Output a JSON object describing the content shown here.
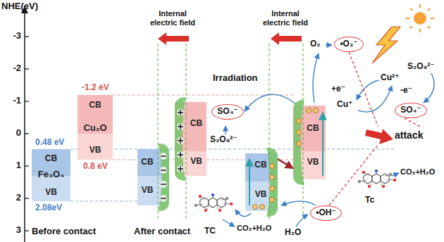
{
  "diagram": {
    "nodes": [
      {
        "text": [
          "CB",
          "Cu₂O",
          "VB"
        ]
      },
      {
        "text": [
          "CB",
          "Fe₃O₄",
          "VB"
        ]
      },
      {
        "text": [
          "CB",
          "VB"
        ]
      },
      {
        "text": [
          "CB",
          "VB"
        ]
      },
      {
        "text": [
          "•O₂⁻"
        ]
      },
      {
        "text": [
          "SO₄⁻"
        ]
      },
      {
        "text": [
          "CB",
          "VB"
        ]
      },
      {
        "text": [
          "SO₄⁻"
        ]
      },
      {
        "text": [
          "CB",
          "VB"
        ]
      },
      {
        "text": [
          "attack"
        ]
      },
      {
        "text": [
          "•OH⁻"
        ]
      }
    ],
    "edges": [
      {
        "from": 8,
        "to": 6,
        "arrow": "to"
      },
      {
        "from": 4,
        "to": 9,
        "arrow": "none"
      },
      {
        "from": 7,
        "to": 9,
        "arrow": "none"
      },
      {
        "from": 10,
        "to": 9,
        "arrow": "none"
      }
    ],
    "labels": [
      "NHE(eV)",
      "-3",
      "-2",
      "-1",
      "0",
      "1",
      "2",
      "3",
      "-1.2 eV",
      "0.48 eV",
      "0.8 eV",
      "2.08eV",
      "Before contact",
      "Internal electric field",
      "After contact",
      "Internal electric field",
      "Irradiation",
      "S₂O₈²⁻",
      "O₂",
      "Cu²⁺",
      "+e⁻",
      "Cu⁺",
      "S₂O₈²⁻",
      "-e⁻",
      "CO₂+H₂O",
      "Tc",
      "TC",
      "CO₂+H₂O",
      "H₂O"
    ]
  }
}
